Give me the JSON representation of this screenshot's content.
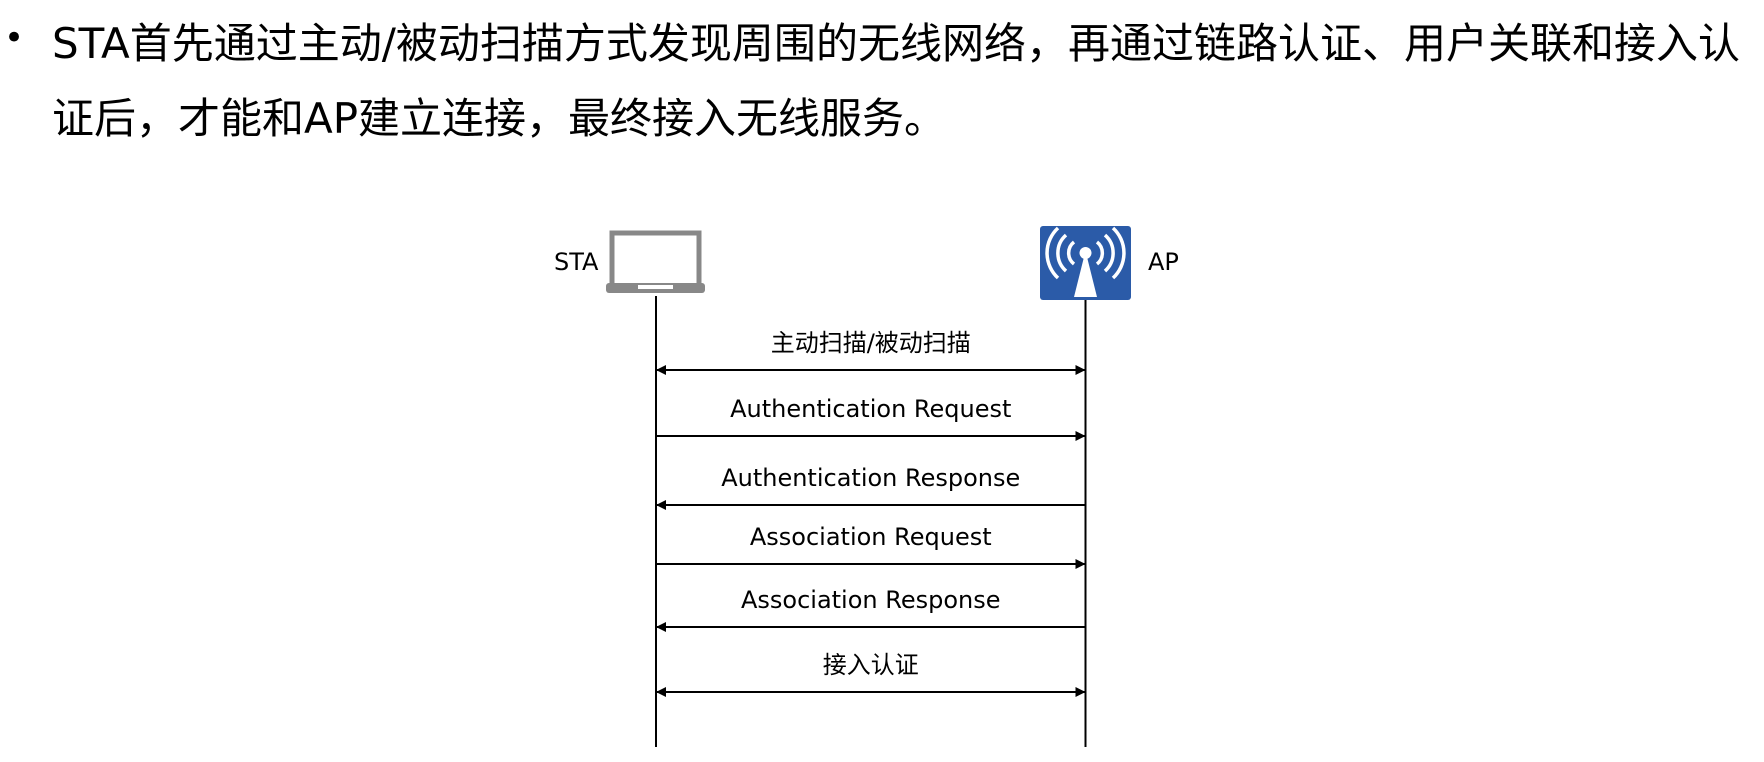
{
  "bullet": {
    "text": "STA首先通过主动/被动扫描方式发现周围的无线网络，再通过链路认证、用户关联和接入认证后，才能和AP建立连接，最终接入无线服务。"
  },
  "diagram": {
    "left_node": {
      "label": "STA",
      "icon": "laptop-icon"
    },
    "right_node": {
      "label": "AP",
      "icon": "wireless-ap-icon",
      "icon_color": "#2b5ba8"
    },
    "messages": [
      {
        "label": "主动扫描/被动扫描",
        "direction": "both"
      },
      {
        "label": "Authentication Request",
        "direction": "to-right"
      },
      {
        "label": "Authentication Response",
        "direction": "to-left"
      },
      {
        "label": "Association Request",
        "direction": "to-right"
      },
      {
        "label": "Association Response",
        "direction": "to-left"
      },
      {
        "label": "接入认证",
        "direction": "both"
      }
    ]
  }
}
